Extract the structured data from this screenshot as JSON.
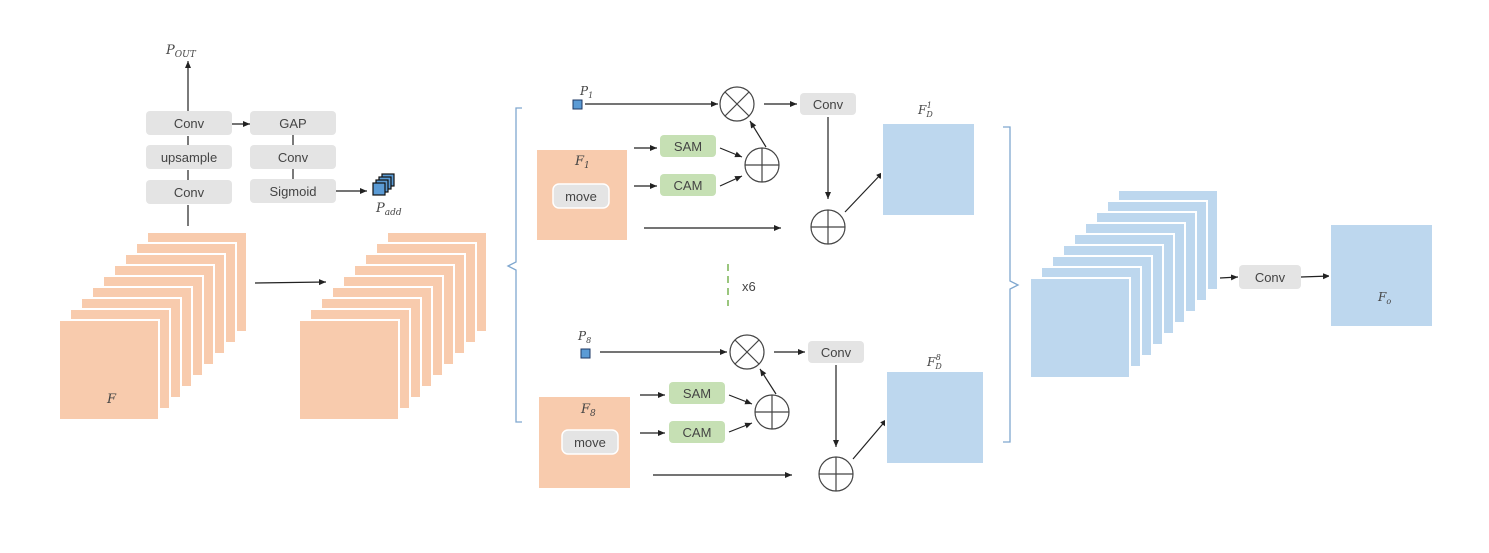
{
  "colors": {
    "feature_orange": "#f8cbad",
    "feature_blue": "#bdd7ee",
    "op_gray": "#e4e4e4",
    "attn_green": "#c6e0b4",
    "bracket_blue": "#7fa7cf",
    "dashed_green": "#70ad47",
    "line": "#222222"
  },
  "left_branch": {
    "p_out": {
      "base": "P",
      "sub": "OUT"
    },
    "conv_top": "Conv",
    "upsample": "upsample",
    "conv_bottom": "Conv",
    "gap": "GAP",
    "conv_mid": "Conv",
    "sigmoid": "Sigmoid",
    "p_add": {
      "base": "P",
      "sub": "add"
    },
    "feature_label": "F"
  },
  "top_path": {
    "p_label": {
      "base": "P",
      "sub": "1"
    },
    "f_label": {
      "base": "F",
      "sub": "1"
    },
    "move": "move",
    "sam": "SAM",
    "cam": "CAM",
    "conv": "Conv",
    "fd_label": {
      "base": "F",
      "sub": "D",
      "sup": "1"
    }
  },
  "repeat_label": "x6",
  "bottom_path": {
    "p_label": {
      "base": "P",
      "sub": "8"
    },
    "f_label": {
      "base": "F",
      "sub": "8"
    },
    "move": "move",
    "sam": "SAM",
    "cam": "CAM",
    "conv": "Conv",
    "fd_label": {
      "base": "F",
      "sub": "D",
      "sup": "8"
    }
  },
  "right_branch": {
    "conv": "Conv",
    "fo_label": {
      "base": "F",
      "sub": "o"
    }
  }
}
